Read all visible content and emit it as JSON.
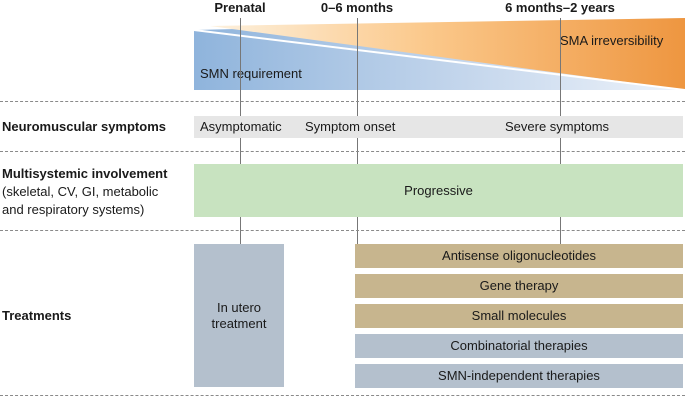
{
  "timeline": {
    "prenatal": "Prenatal",
    "early": "0–6 months",
    "late": "6 months–2 years"
  },
  "wedges": {
    "irreversibility": "SMA irreversibility",
    "requirement": "SMN requirement"
  },
  "rows": {
    "neuromuscular": {
      "label": "Neuromuscular symptoms",
      "stage1": "Asymptomatic",
      "stage2": "Symptom onset",
      "stage3": "Severe symptoms"
    },
    "multisystemic": {
      "label": "Multisystemic involvement",
      "sub1": "(skeletal, CV, GI, metabolic",
      "sub2": "and respiratory systems)",
      "bar": "Progressive"
    },
    "treatments": {
      "label": "Treatments",
      "utero1": "In utero",
      "utero2": "treatment",
      "items": [
        "Antisense oligonucleotides",
        "Gene therapy",
        "Small molecules",
        "Combinatorial therapies",
        "SMN-independent therapies"
      ]
    }
  },
  "colors": {
    "orange": "#ee9640",
    "blue": "#8fb4dc",
    "tan": "#c7b58e",
    "slate": "#b4c0cd",
    "green": "#c8e3c0",
    "grey": "#e6e6e6"
  }
}
